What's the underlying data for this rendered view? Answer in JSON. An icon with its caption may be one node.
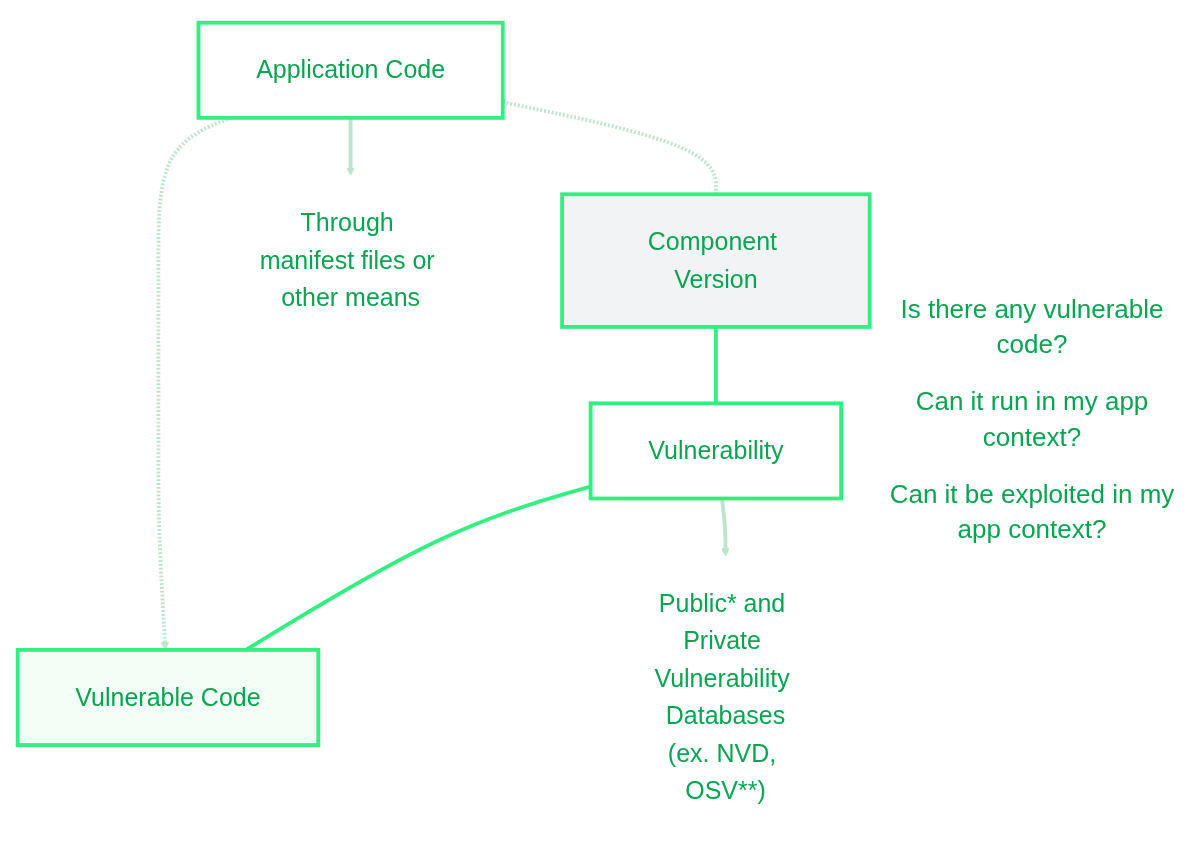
{
  "diagram": {
    "nodes": [
      {
        "text": [
          "Application Code"
        ]
      },
      {
        "text": [
          "Component Version"
        ]
      },
      {
        "text": [
          "Vulnerability"
        ]
      },
      {
        "text": [
          "Vulnerable Code"
        ]
      },
      {
        "text": [
          "Through manifest files or other means"
        ]
      },
      {
        "text": [
          "Public* and Private Vulnerability Databases",
          "(ex. NVD, OSV**)"
        ]
      }
    ],
    "edges": [
      {
        "from": 0,
        "to": 1,
        "arrow": "none",
        "style": "dashed",
        "color": "#bfe3cd"
      },
      {
        "from": 1,
        "to": 2,
        "arrow": "none",
        "color": "#33ee80"
      },
      {
        "from": 2,
        "to": 3,
        "arrow": "none",
        "color": "#33ee80"
      },
      {
        "from": 0,
        "to": 3,
        "arrow": "to",
        "style": "dashed",
        "color": "#bfe3cd"
      },
      {
        "from": 0,
        "to": 4,
        "arrow": "to",
        "color": "#bfe3cd"
      },
      {
        "from": 2,
        "to": 5,
        "arrow": "to",
        "color": "#bfe3cd"
      }
    ],
    "labels": [
      "Is there any vulnerable code?",
      "Can it run in my app context?",
      "Can it be exploited in my app context?"
    ]
  }
}
